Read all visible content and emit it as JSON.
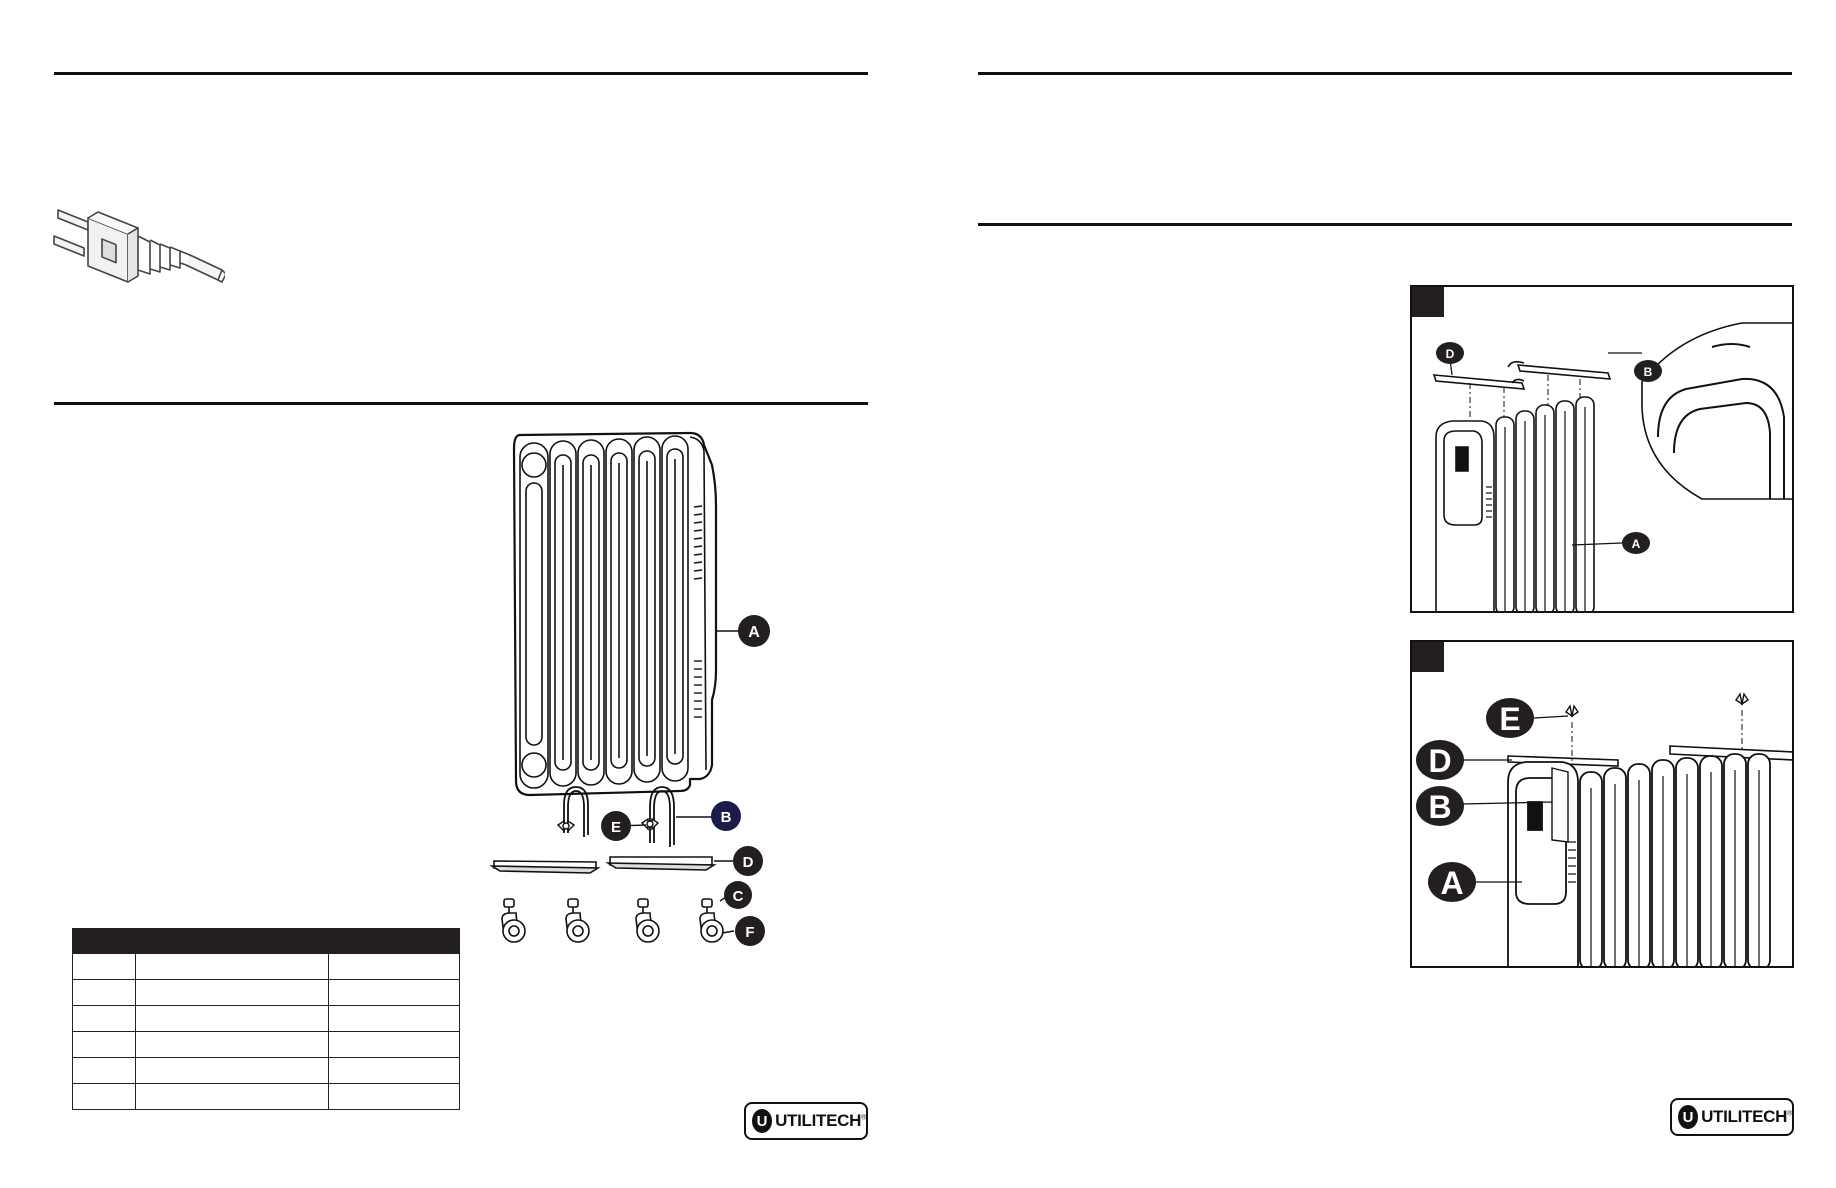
{
  "left_page": {
    "parts_figure": {
      "labels": {
        "heater": "A",
        "bracket": "B",
        "wheel_mount": "C",
        "wheel_plate": "D",
        "wing_nut": "E",
        "caster": "F"
      }
    },
    "parts_table": {
      "header": [
        "",
        "",
        ""
      ],
      "rows": [
        [
          "",
          "",
          ""
        ],
        [
          "",
          "",
          ""
        ],
        [
          "",
          "",
          ""
        ],
        [
          "",
          "",
          ""
        ],
        [
          "",
          "",
          ""
        ],
        [
          "",
          "",
          ""
        ]
      ]
    },
    "logo": {
      "mark": "U",
      "word": "UTILITECH",
      "reg": "®"
    }
  },
  "right_page": {
    "figure_1": {
      "step": "",
      "labels": {
        "plate": "D",
        "bracket": "B",
        "heater": "A"
      }
    },
    "figure_2": {
      "step": "",
      "labels": {
        "wing_nut": "E",
        "plate": "D",
        "bracket": "B",
        "heater": "A"
      }
    },
    "logo": {
      "mark": "U",
      "word": "UTILITECH",
      "reg": "®"
    }
  },
  "colors": {
    "ink": "#111111",
    "header_fill": "#231f20",
    "callout_fill": "#231f20"
  }
}
